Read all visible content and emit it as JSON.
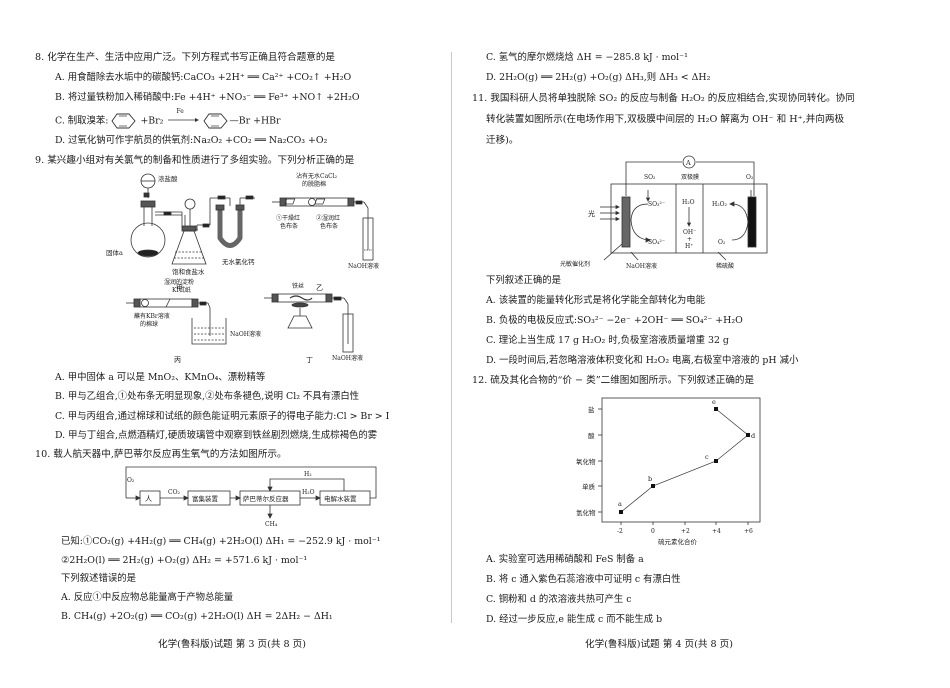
{
  "left_page": {
    "q8": {
      "stem": "8. 化学在生产、生活中应用广泛。下列方程式书写正确且符合题意的是",
      "A": "A. 用食醋除去水垢中的碳酸钙:CaCO₃ +2H⁺ ══ Ca²⁺ +CO₂↑ +H₂O",
      "B": "B. 将过量铁粉加入稀硝酸中:Fe +4H⁺ +NO₃⁻ ══ Fe³⁺ +NO↑ +2H₂O",
      "C_prefix": "C. 制取溴苯:",
      "C_eq": "+Br₂",
      "C_catalyst": "Fe",
      "C_product": "—Br  +HBr",
      "D": "D. 过氧化钠可作宇航员的供氧剂:Na₂O₂ +CO₂ ══ Na₂CO₃ +O₂"
    },
    "q9": {
      "stem": "9. 某兴趣小组对有关氯气的制备和性质进行了多组实验。下列分析正确的是",
      "figures": {
        "jia": {
          "caption": "甲",
          "labels": [
            "浓盐酸",
            "固体a",
            "饱和食盐水",
            "无水氯化钙"
          ]
        },
        "yi": {
          "caption": "乙",
          "labels": [
            "沾有无水CaCl₂",
            "的脱脂棉",
            "①干燥红",
            "色布条",
            "②湿润红",
            "色布条",
            "NaOH溶液"
          ]
        },
        "bing": {
          "caption": "丙",
          "labels": [
            "湿润的淀粉",
            "KI试纸",
            "蘸有KBr溶液",
            "的棉球",
            "NaOH溶液"
          ]
        },
        "ding": {
          "caption": "丁",
          "labels": [
            "铁丝",
            "NaOH溶液"
          ]
        }
      },
      "A": "A. 甲中固体 a 可以是 MnO₂、KMnO₄、漂粉精等",
      "B": "B. 甲与乙组合,①处布条无明显现象,②处布条褪色,说明 Cl₂ 不具有漂白性",
      "C": "C. 甲与丙组合,通过棉球和试纸的颜色能证明元素原子的得电子能力:Cl > Br > I",
      "D": "D. 甲与丁组合,点燃酒精灯,硬质玻璃管中观察到铁丝剧烈燃烧,生成棕褐色的雾"
    },
    "q10": {
      "stem": "10. 载人航天器中,萨巴蒂尔反应再生氧气的方法如图所示。",
      "flow": {
        "boxes": [
          "人",
          "富集装置",
          "萨巴蒂尔反应器",
          "电解水装置"
        ],
        "labels": [
          "O₂",
          "CO₂",
          "H₂",
          "H₂O",
          "CH₄"
        ]
      },
      "known1": "已知:①CO₂(g) +4H₂(g) ══ CH₄(g) +2H₂O(l)    ΔH₁ = −252.9 kJ · mol⁻¹",
      "known2": "②2H₂O(l) ══ 2H₂(g) +O₂(g)    ΔH₂ = +571.6 kJ · mol⁻¹",
      "ask": "下列叙述错误的是",
      "A": "A. 反应①中反应物总能量高于产物总能量",
      "B": "B. CH₄(g) +2O₂(g) ══ CO₂(g) +2H₂O(l)    ΔH = 2ΔH₂ − ΔH₁"
    },
    "footer": "化学(鲁科版)试题   第 3 页(共 8 页)"
  },
  "right_page": {
    "q10_cont": {
      "C": "C. 氢气的摩尔燃烧焓 ΔH = −285.8 kJ · mol⁻¹",
      "D": "D. 2H₂O(g) ══ 2H₂(g) +O₂(g)    ΔH₃,则 ΔH₃ < ΔH₂"
    },
    "q11": {
      "stem1": "11. 我国科研人员将单独脱除 SO₂ 的反应与制备 H₂O₂ 的反应相结合,实现协同转化。协同",
      "stem2": "转化装置如图所示(在电场作用下,双极膜中间层的 H₂O 解离为 OH⁻ 和 H⁺,并向两极",
      "stem3": "迁移)。",
      "figure": {
        "ammeter": "A",
        "labels": [
          "SO₂",
          "双极膜",
          "O₂",
          "光",
          "SO₃²⁻",
          "SO₄²⁻",
          "H₂O",
          "OH⁻",
          "+",
          "H⁺",
          "H₂O₂",
          "O₂",
          "光敏催化剂",
          "NaOH溶液",
          "稀硫酸"
        ]
      },
      "ask": "下列叙述正确的是",
      "A": "A. 该装置的能量转化形式是将化学能全部转化为电能",
      "B": "B. 负极的电极反应式:SO₃²⁻ −2e⁻ +2OH⁻ ══ SO₄²⁻ +H₂O",
      "C": "C. 理论上当生成 17 g H₂O₂ 时,负极室溶液质量增重 32 g",
      "D": "D. 一段时间后,若忽略溶液体积变化和 H₂O₂ 电离,右极室中溶液的 pH 减小"
    },
    "q12": {
      "stem": "12. 硫及其化合物的“价 − 类”二维图如图所示。下列叙述正确的是",
      "A": "A. 实验室可选用稀硝酸和 FeS 制备 a",
      "B": "B. 将 c 通入紫色石蕊溶液中可证明 c 有漂白性",
      "C": "C. 铜粉和 d 的浓溶液共热可产生 c",
      "D": "D. 经过一步反应,e 能生成 c 而不能生成 b"
    },
    "footer": "化学(鲁科版)试题   第 4 页(共 8 页)"
  },
  "chart_data": {
    "type": "scatter",
    "title": "",
    "xlabel": "硫元素化合价",
    "ylabel": "",
    "x_ticks": [
      "-2",
      "0",
      "+2",
      "+4",
      "+6"
    ],
    "y_categories": [
      "氢化物",
      "单质",
      "氧化物",
      "酸",
      "盐"
    ],
    "points": [
      {
        "label": "a",
        "x": -2,
        "y": "氢化物"
      },
      {
        "label": "b",
        "x": 0,
        "y": "单质"
      },
      {
        "label": "c",
        "x": 4,
        "y": "氧化物"
      },
      {
        "label": "d",
        "x": 6,
        "y": "酸"
      },
      {
        "label": "e",
        "x": 4,
        "y": "盐"
      }
    ],
    "connections": [
      "a-b",
      "b-c",
      "c-d",
      "d-e"
    ],
    "xlim": [
      -2.5,
      6.5
    ],
    "grid": false,
    "legend": "none"
  }
}
